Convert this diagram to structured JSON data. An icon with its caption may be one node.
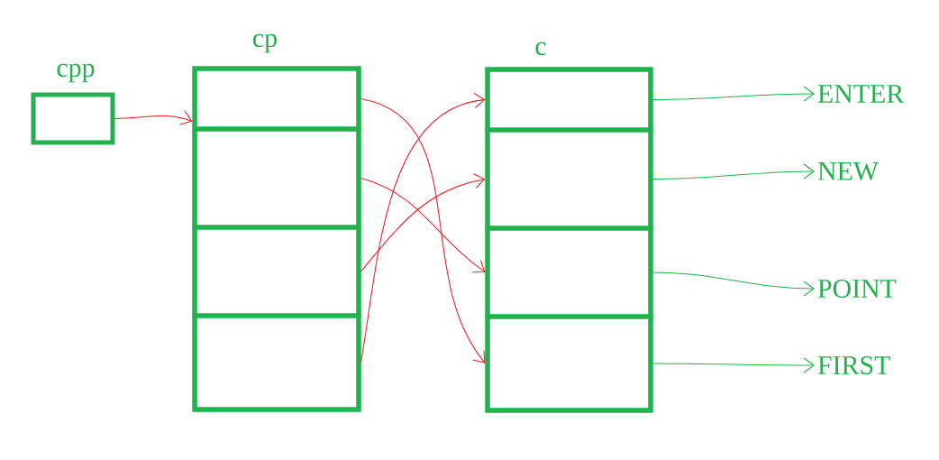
{
  "diagram": {
    "nodes": [
      {
        "text": [
          "cpp"
        ]
      },
      {
        "text": [
          "cp"
        ]
      },
      {
        "text": [],
        "shape": "box",
        "in": 1
      },
      {
        "text": [],
        "shape": "box",
        "in": 1
      },
      {
        "text": [],
        "shape": "box",
        "in": 1
      },
      {
        "text": [],
        "shape": "box",
        "in": 1
      },
      {
        "text": [
          "c"
        ]
      },
      {
        "text": [],
        "shape": "box",
        "in": 6
      },
      {
        "text": [],
        "shape": "box",
        "in": 6
      },
      {
        "text": [],
        "shape": "box",
        "in": 6
      },
      {
        "text": [],
        "shape": "box",
        "in": 6
      },
      {
        "text": [
          "ENTER"
        ]
      },
      {
        "text": [
          "NEW"
        ]
      },
      {
        "text": [
          "POINT"
        ]
      },
      {
        "text": [
          "FIRST"
        ]
      }
    ],
    "edges": [
      {
        "from": 0,
        "to": 2,
        "arrow": "to"
      },
      {
        "from": 2,
        "to": 10,
        "arrow": "to"
      },
      {
        "from": 3,
        "to": 9,
        "arrow": "to"
      },
      {
        "from": 4,
        "to": 8,
        "arrow": "to"
      },
      {
        "from": 5,
        "to": 7,
        "arrow": "to"
      },
      {
        "from": 7,
        "to": 11,
        "arrow": "to",
        "color": "#22b14c"
      },
      {
        "from": 8,
        "to": 12,
        "arrow": "to",
        "color": "#22b14c"
      },
      {
        "from": 9,
        "to": 13,
        "arrow": "to",
        "color": "#22b14c"
      },
      {
        "from": 10,
        "to": 14,
        "arrow": "to",
        "color": "#22b14c"
      }
    ]
  }
}
